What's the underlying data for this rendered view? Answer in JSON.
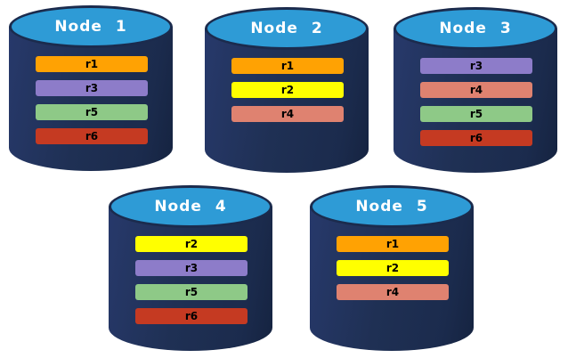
{
  "palette": {
    "page_background": "#FFFFFF",
    "cylinder_body": "#1F3054",
    "cylinder_top_fill": "#2E9BD6",
    "cylinder_outline": "#1B2B4D",
    "title_text_color": "#FFFFFF",
    "bar_text_color": "#000000",
    "replica_colors": {
      "r1": "#FFA203",
      "r2": "#FFFF00",
      "r3": "#8D7CC9",
      "r4": "#DF8270",
      "r5": "#8EC987",
      "r6": "#C53A22"
    }
  },
  "nodes": [
    {
      "id": "node-1",
      "title": "Node 1",
      "replicas": [
        "r1",
        "r3",
        "r5",
        "r6"
      ]
    },
    {
      "id": "node-2",
      "title": "Node 2",
      "replicas": [
        "r1",
        "r2",
        "r4"
      ]
    },
    {
      "id": "node-3",
      "title": "Node 3",
      "replicas": [
        "r3",
        "r4",
        "r5",
        "r6"
      ]
    },
    {
      "id": "node-4",
      "title": "Node 4",
      "replicas": [
        "r2",
        "r3",
        "r5",
        "r6"
      ]
    },
    {
      "id": "node-5",
      "title": "Node 5",
      "replicas": [
        "r1",
        "r2",
        "r4"
      ]
    }
  ]
}
